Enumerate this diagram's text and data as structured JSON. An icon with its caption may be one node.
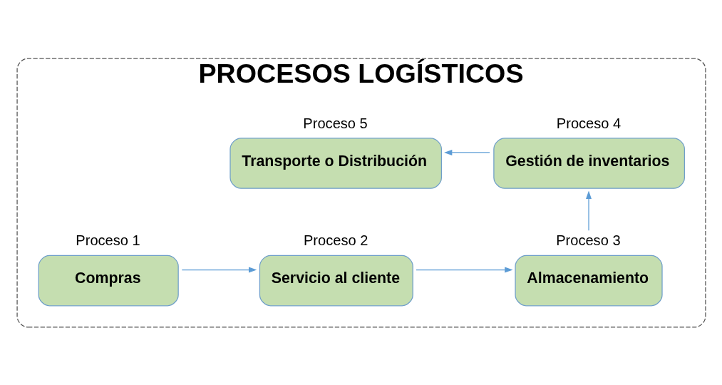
{
  "diagram": {
    "nodes": [
      {
        "text": [
          "PROCESOS LOGÍSTICOS"
        ]
      },
      {
        "text": [
          "Compras"
        ],
        "beside": [
          "Proceso 1"
        ],
        "in": 0
      },
      {
        "text": [
          "Servicio al cliente"
        ],
        "beside": [
          "Proceso 2"
        ],
        "in": 0
      },
      {
        "text": [
          "Almacenamiento"
        ],
        "beside": [
          "Proceso 3"
        ],
        "in": 0
      },
      {
        "text": [
          "Gestión de inventarios"
        ],
        "beside": [
          "Proceso 4"
        ],
        "in": 0
      },
      {
        "text": [
          "Transporte o Distribución"
        ],
        "beside": [
          "Proceso 5"
        ],
        "in": 0
      }
    ],
    "edges": [
      {
        "from": 1,
        "to": 2,
        "arrow": "to"
      },
      {
        "from": 2,
        "to": 3,
        "arrow": "to"
      },
      {
        "from": 3,
        "to": 4,
        "arrow": "to"
      },
      {
        "from": 4,
        "to": 5,
        "arrow": "to"
      }
    ]
  }
}
